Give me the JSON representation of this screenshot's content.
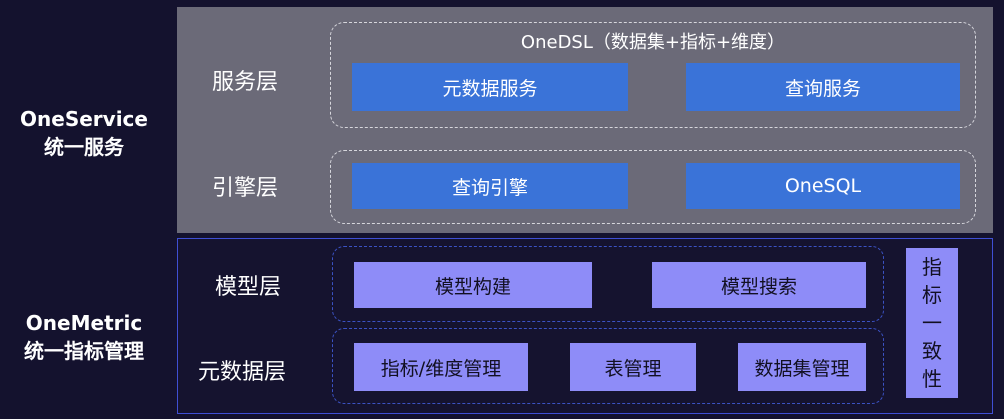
{
  "left_labels": {
    "oneservice": {
      "line1": "OneService",
      "line2": "统一服务"
    },
    "onemetric": {
      "line1": "OneMetric",
      "line2": "统一指标管理"
    }
  },
  "oneservice": {
    "service_layer": {
      "label": "服务层",
      "dsl_title": "OneDSL（数据集+指标+维度）",
      "boxes": [
        "元数据服务",
        "查询服务"
      ]
    },
    "engine_layer": {
      "label": "引擎层",
      "boxes": [
        "查询引擎",
        "OneSQL"
      ]
    }
  },
  "onemetric": {
    "model_layer": {
      "label": "模型层",
      "boxes": [
        "模型构建",
        "模型搜索"
      ]
    },
    "metadata_layer": {
      "label": "元数据层",
      "boxes": [
        "指标/维度管理",
        "表管理",
        "数据集管理"
      ]
    },
    "consistency": {
      "chars": [
        "指",
        "标",
        "一",
        "致",
        "性"
      ]
    }
  },
  "colors": {
    "background": "#14122e",
    "top_panel": "#6b6a78",
    "blue_box": "#3a73d8",
    "purple_box": "#8e8cf8",
    "bottom_panel_border": "#3f4fd4"
  }
}
